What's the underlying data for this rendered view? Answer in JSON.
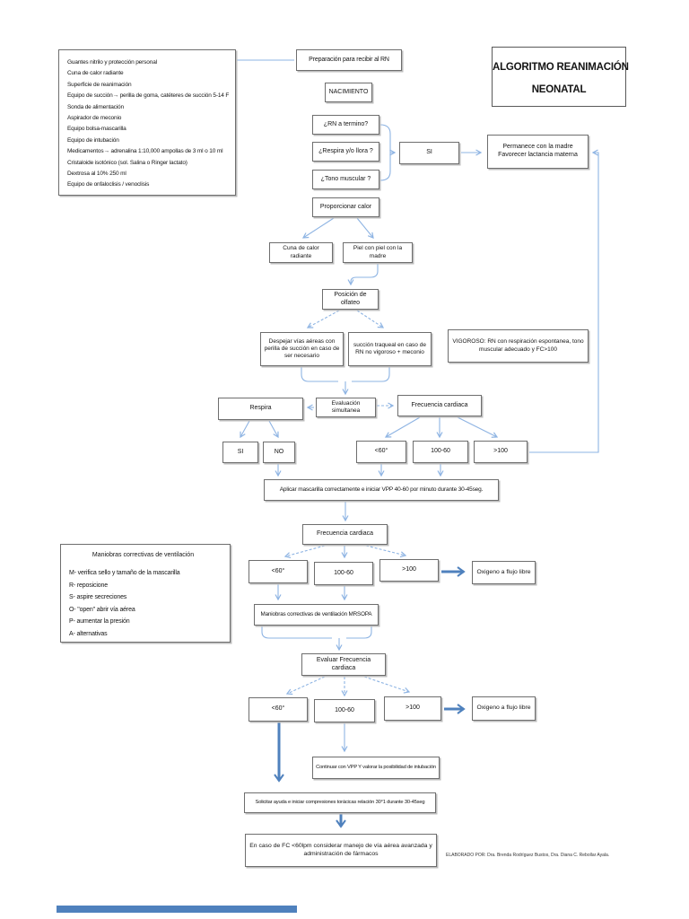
{
  "page": {
    "title_line1": "ALGORITMO REANIMACIÓN",
    "title_line2": "NEONATAL",
    "credit": "ELABORADO POR: Dra. Brenda Rodríguez Bustos, Dra. Diana C. Rebollar Ayala."
  },
  "colors": {
    "connector": "#8eb4e3",
    "connector_strong": "#4f81bd",
    "box_border": "#6e6e6e"
  },
  "equipment": {
    "items": [
      "Guantes nitrilo y  protección personal",
      "Cuna de calor radiante",
      "Superficie de reanimación",
      "Equipo de succión→ perilla de goma,  catéteres de succión 5-14 F",
      "Sonda de alimentación",
      "Aspirador de meconio",
      "Equipo bolsa-mascarilla",
      "Equipo de intubación",
      "Medicamentos→ adrenalina 1:10,000 ampollas de 3  ml o 10 ml",
      "Cristaloide  isotónico (sol. Salina o Ringer lactato)",
      "Dextrosa al 10% 250 ml",
      "Equipo de onfaloclisis / venoclisis"
    ]
  },
  "maniobras": {
    "title": "Maniobras correctivas de ventilación",
    "items": [
      "M- verifica sello y tamaño de  la  mascarilla",
      "R- reposicione",
      "S- aspire secreciones",
      "O- \"open\" abrir vía aérea",
      "P- aumentar  la presión",
      "A- alternativas"
    ]
  },
  "nodes": {
    "preparacion": "Preparación para  recibir al RN",
    "nacimiento": "NACIMIENTO",
    "rn_termino": "¿RN a termino?",
    "respira_llora": "¿Respira y/o llora ?",
    "tono_muscular": "¿Tono muscular ?",
    "si_principal": "SI",
    "madre_line1": "Permanece con la madre",
    "madre_line2": "Favorecer lactancia materna",
    "proporcionar_calor": "Proporcionar calor",
    "cuna": "Cuna de calor radiante",
    "piel": "Piel con piel con la madre",
    "olfateo": "Posición de olfateo",
    "despejar": "Despejar vías aéreas  con perilla de succión en caso de ser necesario",
    "succion_traqueal": "succión traqueal en caso de RN no vigoroso + meconio",
    "vigoroso": "VIGOROSO:  RN con respiración espontanea, tono muscular adecuado  y FC>100",
    "respira": "Respira",
    "evaluacion": "Evaluación simultanea",
    "fc1": "Frecuencia cardiaca",
    "si2": "SI",
    "no2": "NO",
    "lt60_1": "<60°",
    "m60_1": "100-60",
    "gt100_1": ">100",
    "mascarilla": "Aplicar mascarilla correctamente  e iniciar VPP 40-60 por minuto durante 30-45seg.",
    "fc2": "Frecuencia cardiaca",
    "lt60_2": "<60°",
    "m60_2": "100-60",
    "gt100_2": ">100",
    "oxigeno_1": "Oxigeno a flujo libre",
    "mrsopa": "Maniobras correctivas de ventilación  MRSOPA",
    "evaluar_fc": "Evaluar Frecuencia cardiaca",
    "lt60_3": "<60°",
    "m60_3": "100-60",
    "gt100_3": ">100",
    "oxigeno_2": "Oxigeno a flujo libre",
    "continuar_vpp": "Continuar con VPP Y valorar la posibilidad de intubación",
    "solicitar": "Solicitar ayuda  e iniciar compresiones  torácicas   relación 30°1 durante 30-45seg",
    "fc_final": "En caso de  FC <60lpm considerar manejo de vía aérea avanzada  y administración de fármacos"
  }
}
